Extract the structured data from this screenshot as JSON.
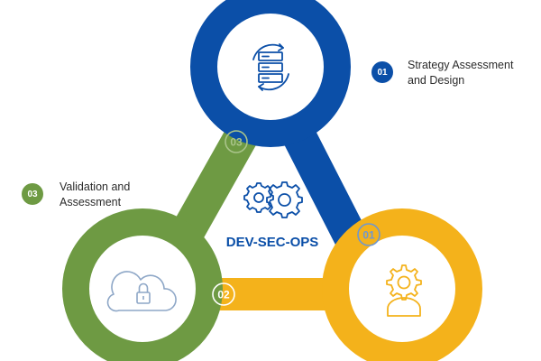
{
  "center_title": "DEV-SEC-OPS",
  "colors": {
    "blue": "#0b4fa8",
    "green": "#6e9a43",
    "yellow": "#f4b21b",
    "light_green": "#a9c48a",
    "light_blue": "#6e97d1",
    "light_yellow": "#f8d57d",
    "icon_gray": "#8ea7c7"
  },
  "stages": [
    {
      "number": "01",
      "label": "Strategy Assessment\nand Design",
      "icon": "server-sync-icon",
      "color": "#0b4fa8"
    },
    {
      "number": "02",
      "label": "",
      "icon": "person-gear-icon",
      "color": "#f4b21b"
    },
    {
      "number": "03",
      "label": "Validation and\nAssessment",
      "icon": "cloud-lock-icon",
      "color": "#6e9a43"
    }
  ],
  "connector_labels": {
    "blue_to_yellow": "01",
    "green_to_yellow": "02",
    "green_to_blue": "03"
  },
  "center_icon": "gears-icon"
}
